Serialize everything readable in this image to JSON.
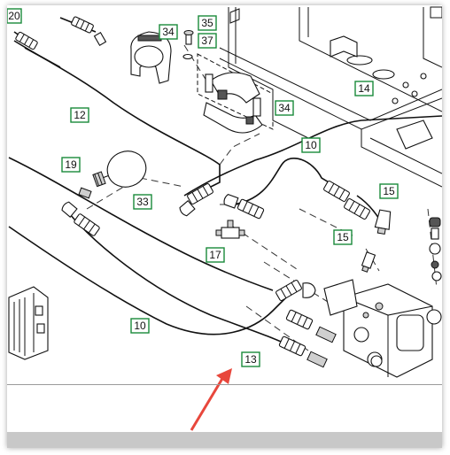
{
  "diagram": {
    "labels": {
      "l20": "20",
      "l34a": "34",
      "l35": "35",
      "l37": "37",
      "l12": "12",
      "l14": "14",
      "l34b": "34",
      "l10a": "10",
      "l19": "19",
      "l33": "33",
      "l15a": "15",
      "l17": "17",
      "l15b": "15",
      "l10b": "10",
      "l13": "13"
    },
    "colors": {
      "label_border": "#1a8a3a",
      "arrow": "#e8473c",
      "line": "#111111"
    }
  }
}
